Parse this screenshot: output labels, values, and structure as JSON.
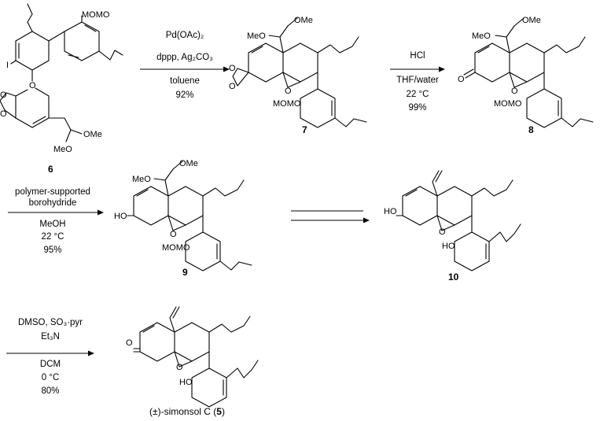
{
  "compounds": {
    "c6": {
      "number": "6",
      "labels": {
        "momo": "MOMO",
        "iodo": "I",
        "ether_o": "O",
        "ketal_o1": "O",
        "ketal_o2": "O",
        "meo": "MeO",
        "ome": "OMe"
      }
    },
    "c7": {
      "number": "7",
      "labels": {
        "ome": "OMe",
        "meo": "MeO",
        "ketal_o1": "O",
        "ketal_o2": "O",
        "furan_o": "O",
        "momo": "MOMO"
      }
    },
    "c8": {
      "number": "8",
      "labels": {
        "ome": "OMe",
        "meo": "MeO",
        "ketone_o": "O",
        "furan_o": "O",
        "momo": "MOMO"
      }
    },
    "c9": {
      "number": "9",
      "labels": {
        "ome": "OMe",
        "meo": "MeO",
        "ho": "HO",
        "furan_o": "O",
        "momo": "MOMO"
      }
    },
    "c10": {
      "number": "10",
      "labels": {
        "ho": "HO",
        "furan_o": "O",
        "phenol": "HO"
      }
    },
    "c5": {
      "caption_prefix": "(±)-simonsol C (",
      "number": "5",
      "caption_suffix": ")",
      "labels": {
        "ketone_o": "O",
        "furan_o": "O",
        "phenol": "HO"
      }
    }
  },
  "steps": [
    {
      "above": [
        "Pd(OAc)₂",
        "dppp, Ag₂CO₃"
      ],
      "below": [
        "toluene",
        "92%"
      ]
    },
    {
      "above": [
        "HCl"
      ],
      "below": [
        "THF/water",
        "22 °C",
        "99%"
      ]
    },
    {
      "above": [
        "polymer-supported",
        "borohydride"
      ],
      "below": [
        "MeOH",
        "22 °C",
        "95%"
      ]
    },
    {
      "above": [],
      "below": []
    },
    {
      "above": [
        "DMSO, SO₃·pyr",
        "Et₃N"
      ],
      "below": [
        "DCM",
        "0 °C",
        "80%"
      ]
    }
  ]
}
